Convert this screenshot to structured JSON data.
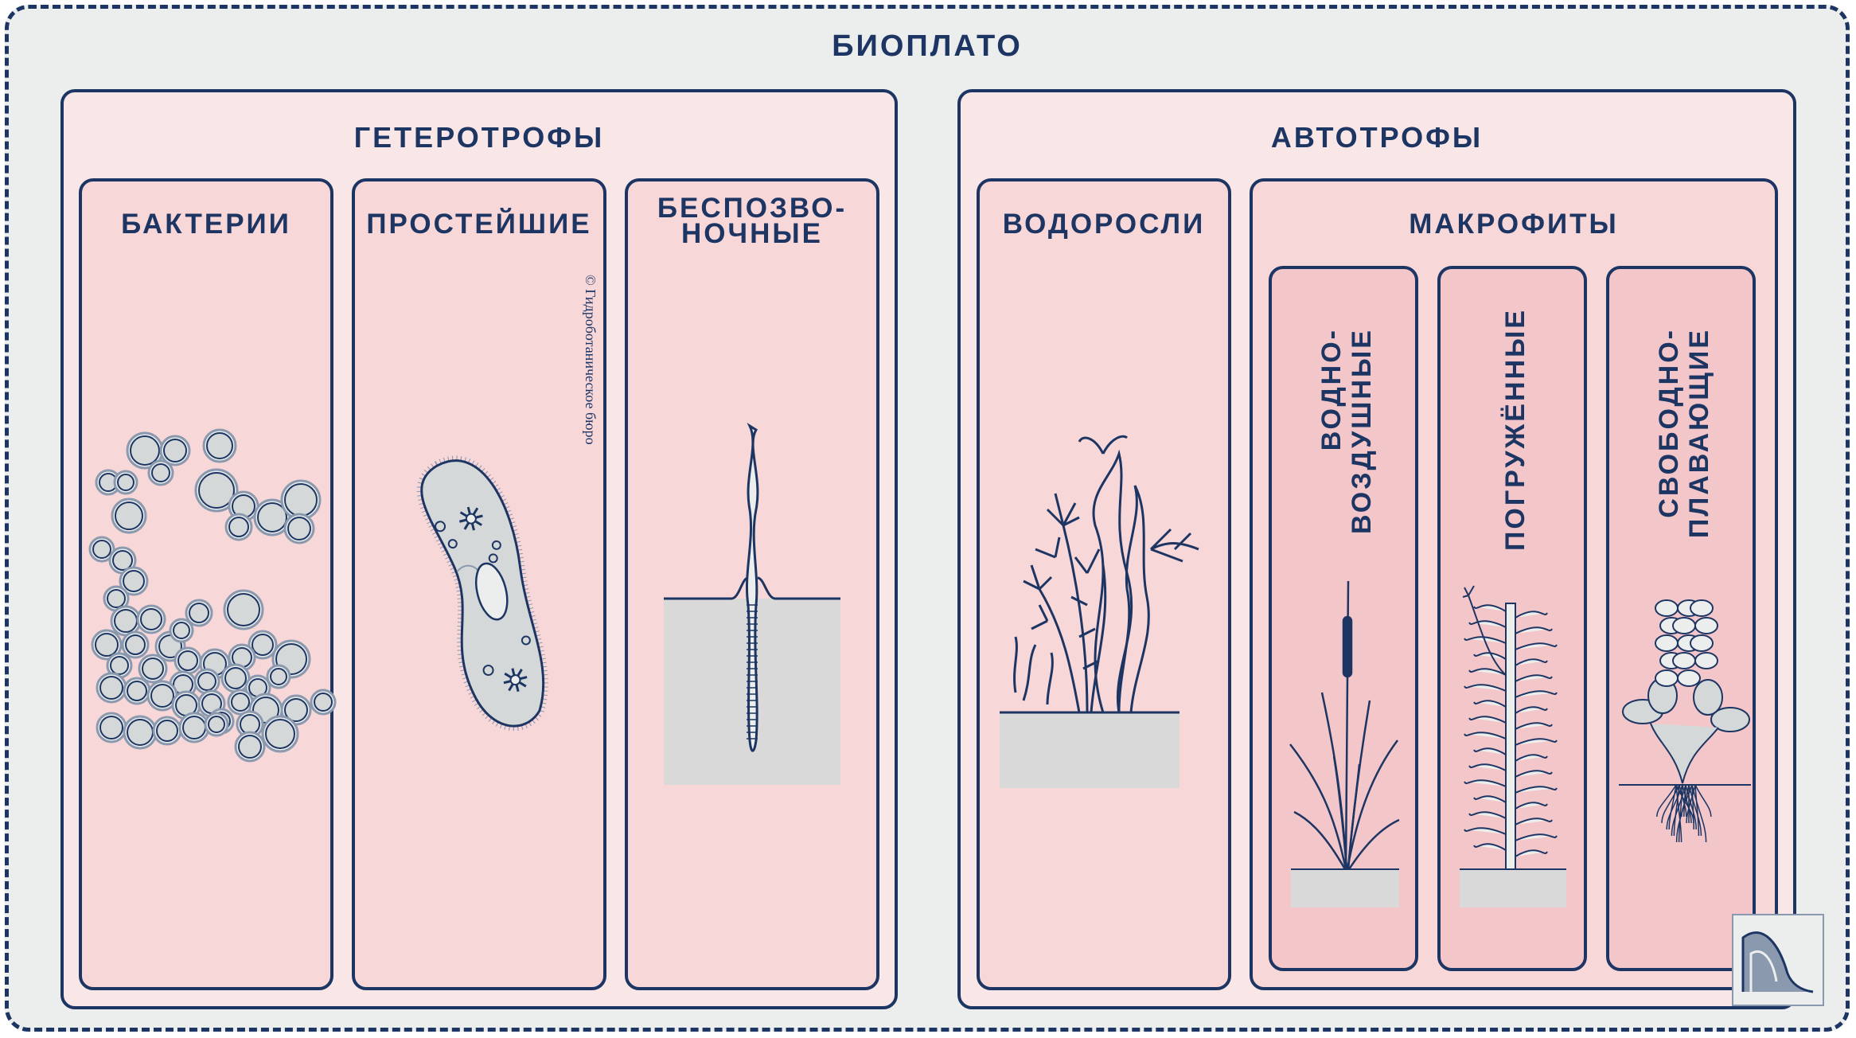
{
  "diagram": {
    "title": "БИОПЛАТО",
    "heterotrophs": {
      "title": "ГЕТЕРОТРОФЫ",
      "columns": [
        {
          "label": "БАКТЕРИИ"
        },
        {
          "label": "ПРОСТЕЙШИЕ"
        },
        {
          "label": "БЕСПОЗВО-\nНОЧНЫЕ"
        }
      ]
    },
    "autotrophs": {
      "title": "АВТОТРОФЫ",
      "algae": {
        "label": "ВОДОРОСЛИ"
      },
      "macrophytes": {
        "label": "МАКРОФИТЫ",
        "types": [
          {
            "label": "ВОДНО-\nВОЗДУШНЫЕ"
          },
          {
            "label": "ПОГРУЖЁННЫЕ"
          },
          {
            "label": "СВОБОДНО-\nПЛАВАЮЩИЕ"
          }
        ]
      }
    },
    "copyright": "© Гидроботаническое бюро",
    "colors": {
      "outline": "#1d3563",
      "background": "#eceeee",
      "group_fill": "#f9e6e6",
      "column_fill": "#f8d7d9",
      "subcolumn_fill": "#f3c7c9",
      "ground": "#d9d9d9"
    }
  }
}
